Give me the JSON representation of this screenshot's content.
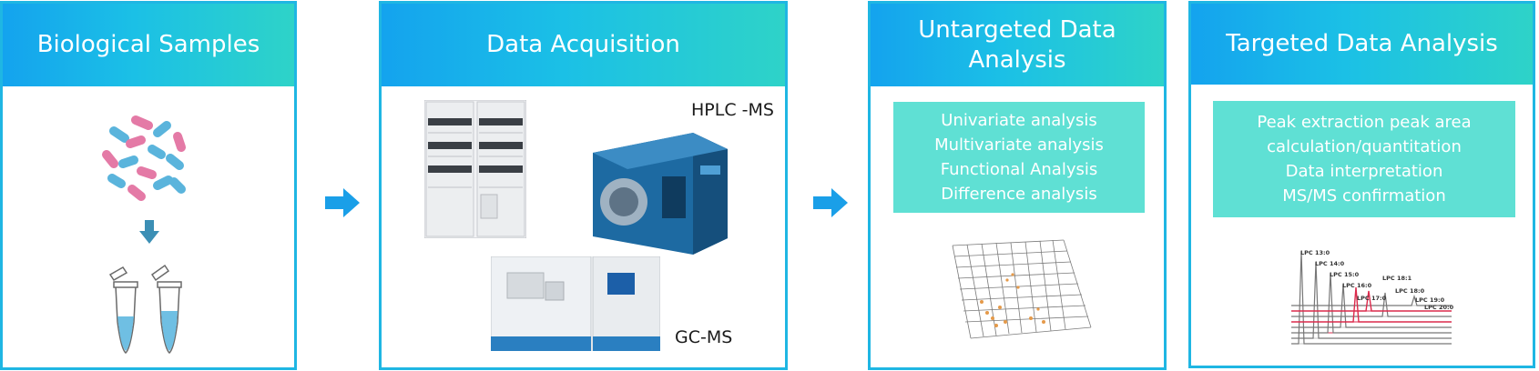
{
  "panels": [
    {
      "title": "Biological Samples"
    },
    {
      "title": "Data Acquisition",
      "hplc_label": "HPLC -MS",
      "gcms_label": "GC-MS"
    },
    {
      "title_lines": [
        "Untargeted Data",
        "Analysis"
      ],
      "items": [
        "Univariate analysis",
        "Multivariate analysis",
        "Functional Analysis",
        "Difference analysis"
      ]
    },
    {
      "title": "Targeted Data Analysis",
      "items": [
        "Peak extraction peak area",
        "calculation/quantitation",
        "Data interpretation",
        "MS/MS confirmation"
      ],
      "peak_labels": [
        "LPC 13:0",
        "LPC 14:0",
        "LPC 15:0",
        "LPC 16:0",
        "LPC 17:0",
        "LPC 18:1",
        "LPC 18:0",
        "LPC 19:0",
        "LPC 20:0"
      ]
    }
  ],
  "colors": {
    "border": "#1fb6e3",
    "header_start": "#14a3ee",
    "header_end": "#2ed3c8",
    "box": "#5fe0d4",
    "arrow": "#1a9fe8",
    "bacteria_pink": "#e47aa6",
    "bacteria_blue": "#5ab4dc",
    "instrument_blue": "#1d6aa2"
  },
  "icons": [
    "bacteria-icon",
    "down-arrow-icon",
    "test-tube-icon",
    "hplc-instrument-icon",
    "mass-spec-icon",
    "gcms-instrument-icon",
    "3d-scatter-plot-icon",
    "chromatogram-icon",
    "right-arrow-icon"
  ]
}
